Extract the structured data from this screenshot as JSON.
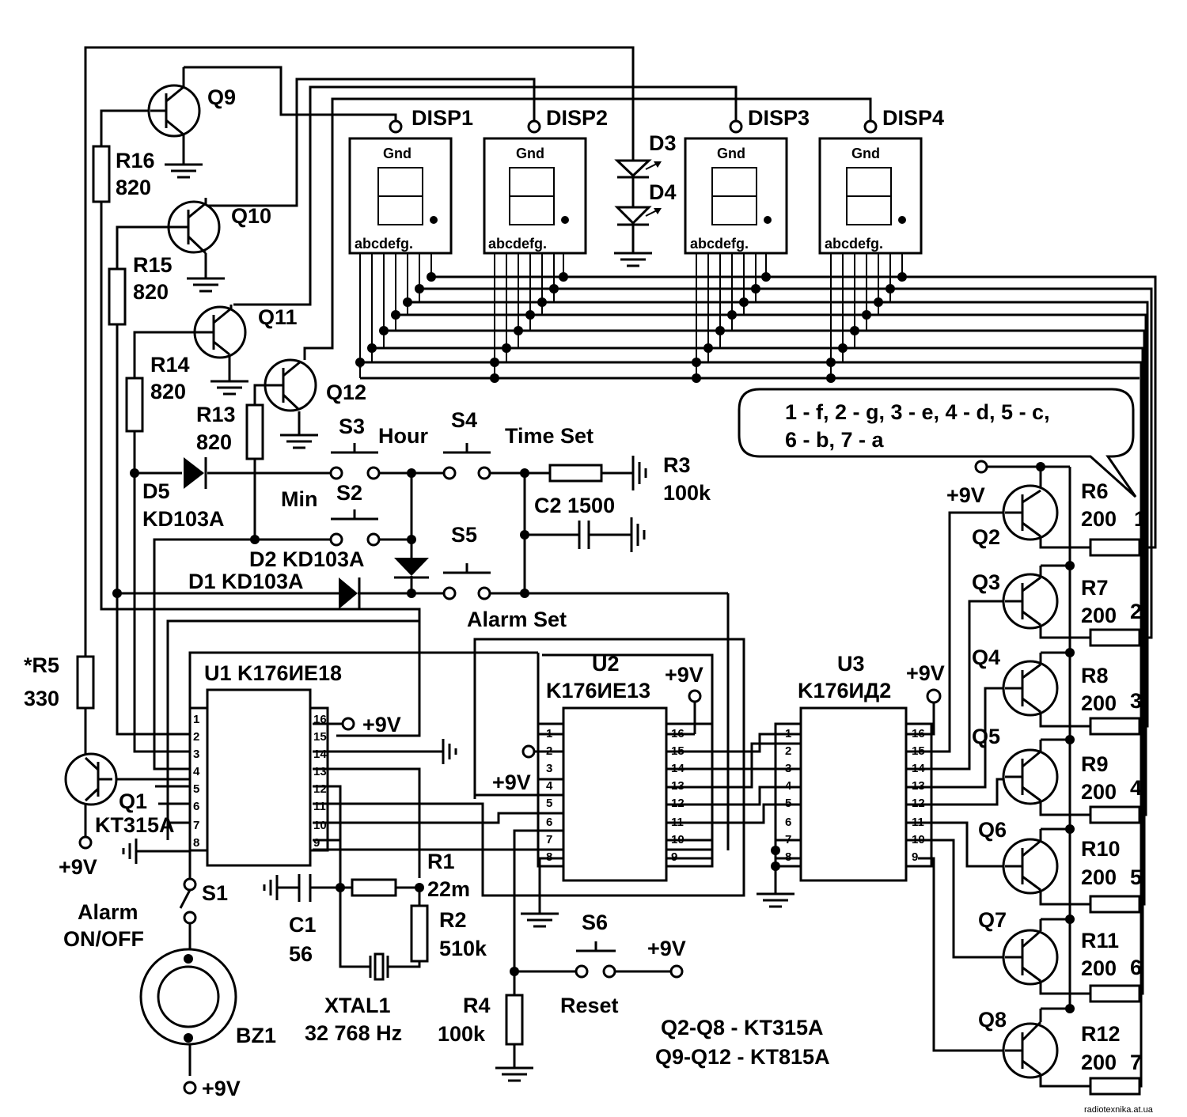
{
  "labels": {
    "q1": "Q1",
    "q1_type": "KT315A",
    "r5": "*R5",
    "r5_val": "330",
    "q2": "Q2",
    "q3": "Q3",
    "q4": "Q4",
    "q5": "Q5",
    "q6": "Q6",
    "q7": "Q7",
    "q8": "Q8",
    "q9": "Q9",
    "q10": "Q10",
    "q11": "Q11",
    "q12": "Q12",
    "r16": "R16",
    "r16_val": "820",
    "r15": "R15",
    "r15_val": "820",
    "r14": "R14",
    "r14_val": "820",
    "r13": "R13",
    "r13_val": "820",
    "r1": "R1",
    "r1_val": "22m",
    "r2": "R2",
    "r2_val": "510k",
    "r3": "R3",
    "r3_val": "100k",
    "r4": "R4",
    "r4_val": "100k",
    "r6": "R6",
    "r6_val": "200",
    "r7": "R7",
    "r7_val": "200",
    "r8": "R8",
    "r8_val": "200",
    "r9": "R9",
    "r9_val": "200",
    "r10": "R10",
    "r10_val": "200",
    "r11": "R11",
    "r11_val": "200",
    "r12": "R12",
    "r12_val": "200",
    "c1": "C1",
    "c1_val": "56",
    "c2": "C2 1500",
    "d1": "D1 KD103A",
    "d2": "D2 KD103A",
    "d3": "D3",
    "d4": "D4",
    "d5": "D5",
    "d5_type": "KD103A",
    "s1": "S1",
    "s2": "S2",
    "s3": "S3",
    "s4": "S4",
    "s5": "S5",
    "s6": "S6",
    "min": "Min",
    "hour": "Hour",
    "time_set": "Time Set",
    "alarm_set": "Alarm Set",
    "reset": "Reset",
    "alarm_onoff_1": "Alarm",
    "alarm_onoff_2": "ON/OFF",
    "bz1": "BZ1",
    "xtal1": "XTAL1",
    "xtal1_freq": "32  768 Hz",
    "u1": "U1 K176ИЕ18",
    "u2": "U2",
    "u2_type": "K176ИЕ13",
    "u3": "U3",
    "u3_type": "K176ИД2",
    "disp1": "DISP1",
    "disp2": "DISP2",
    "disp3": "DISP3",
    "disp4": "DISP4",
    "gnd": "Gnd",
    "segments": "abcdefg.",
    "plus9v": "+9V",
    "legend_line1": "1 - f, 2 - g, 3 - e, 4 - d, 5 - c,",
    "legend_line2": "6 - b, 7 - a",
    "note_line1": "Q2-Q8  -  KT315A",
    "note_line2": "Q9-Q12  -  KT815A",
    "res_num_1": "1",
    "res_num_2": "2",
    "res_num_3": "3",
    "res_num_4": "4",
    "res_num_5": "5",
    "res_num_6": "6",
    "res_num_7": "7",
    "watermark": "radiotexnika.at.ua"
  },
  "pins": {
    "u1_left": [
      "1",
      "2",
      "3",
      "4",
      "5",
      "6",
      "7",
      "8"
    ],
    "u1_right": [
      "16",
      "15",
      "14",
      "13",
      "12",
      "11",
      "10",
      "9"
    ],
    "u2_left": [
      "1",
      "2",
      "3",
      "4",
      "5",
      "6",
      "7",
      "8"
    ],
    "u2_right": [
      "16",
      "15",
      "14",
      "13",
      "12",
      "11",
      "10",
      "9"
    ],
    "u3_left": [
      "1",
      "2",
      "3",
      "4",
      "5",
      "6",
      "7",
      "8"
    ],
    "u3_right": [
      "16",
      "15",
      "14",
      "13",
      "12",
      "11",
      "10",
      "9"
    ]
  }
}
